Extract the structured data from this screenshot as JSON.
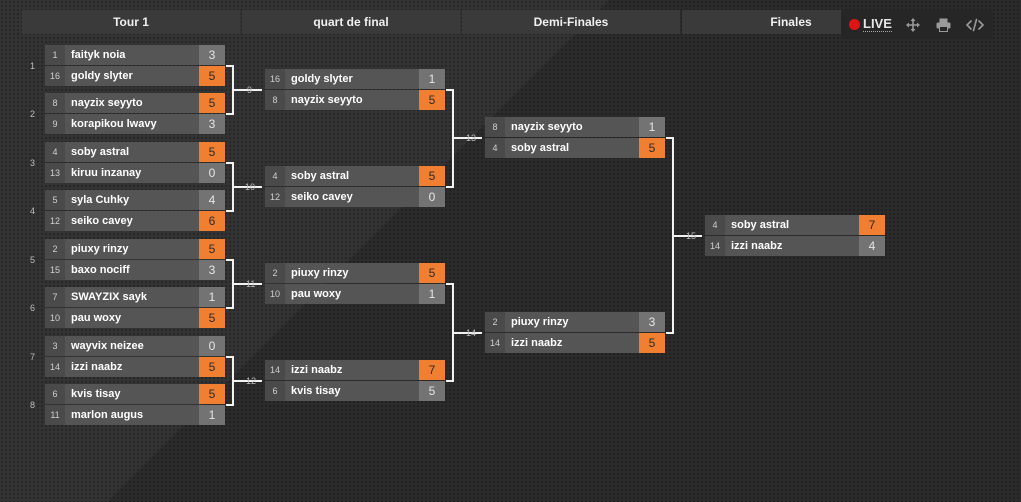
{
  "rounds": [
    "Tour 1",
    "quart de final",
    "Demi-Finales",
    "Finales"
  ],
  "toolbar": {
    "live_label": "LIVE",
    "live_color": "#e01414"
  },
  "colors": {
    "win": "#f07f32",
    "lose": "#737373",
    "row": "#555555",
    "background": "#2e2e2e"
  },
  "seed_labels": [
    "1",
    "2",
    "3",
    "4",
    "5",
    "6",
    "7",
    "8"
  ],
  "match_numbers": [
    "9",
    "10",
    "11",
    "12",
    "13",
    "14",
    "15"
  ],
  "matches": [
    {
      "id": "m1",
      "top": {
        "seed": "1",
        "name": "faityk noia",
        "score": "3",
        "win": false
      },
      "bottom": {
        "seed": "16",
        "name": "goldy slyter",
        "score": "5",
        "win": true
      }
    },
    {
      "id": "m2",
      "top": {
        "seed": "8",
        "name": "nayzix seyyto",
        "score": "5",
        "win": true
      },
      "bottom": {
        "seed": "9",
        "name": "korapikou lwavy",
        "score": "3",
        "win": false
      }
    },
    {
      "id": "m3",
      "top": {
        "seed": "4",
        "name": "soby astral",
        "score": "5",
        "win": true
      },
      "bottom": {
        "seed": "13",
        "name": "kiruu inzanay",
        "score": "0",
        "win": false
      }
    },
    {
      "id": "m4",
      "top": {
        "seed": "5",
        "name": "syla Cuhky",
        "score": "4",
        "win": false
      },
      "bottom": {
        "seed": "12",
        "name": "seiko cavey",
        "score": "6",
        "win": true
      }
    },
    {
      "id": "m5",
      "top": {
        "seed": "2",
        "name": "piuxy rinzy",
        "score": "5",
        "win": true
      },
      "bottom": {
        "seed": "15",
        "name": "baxo nociff",
        "score": "3",
        "win": false
      }
    },
    {
      "id": "m6",
      "top": {
        "seed": "7",
        "name": "SWAYZIX sayk",
        "score": "1",
        "win": false
      },
      "bottom": {
        "seed": "10",
        "name": "pau woxy",
        "score": "5",
        "win": true
      }
    },
    {
      "id": "m7",
      "top": {
        "seed": "3",
        "name": "wayvix neizee",
        "score": "0",
        "win": false
      },
      "bottom": {
        "seed": "14",
        "name": "izzi naabz",
        "score": "5",
        "win": true
      }
    },
    {
      "id": "m8",
      "top": {
        "seed": "6",
        "name": "kvis tisay",
        "score": "5",
        "win": true
      },
      "bottom": {
        "seed": "11",
        "name": "marlon augus",
        "score": "1",
        "win": false
      }
    },
    {
      "id": "m9",
      "top": {
        "seed": "16",
        "name": "goldy slyter",
        "score": "1",
        "win": false
      },
      "bottom": {
        "seed": "8",
        "name": "nayzix seyyto",
        "score": "5",
        "win": true
      }
    },
    {
      "id": "m10",
      "top": {
        "seed": "4",
        "name": "soby astral",
        "score": "5",
        "win": true
      },
      "bottom": {
        "seed": "12",
        "name": "seiko cavey",
        "score": "0",
        "win": false
      }
    },
    {
      "id": "m11",
      "top": {
        "seed": "2",
        "name": "piuxy rinzy",
        "score": "5",
        "win": true
      },
      "bottom": {
        "seed": "10",
        "name": "pau woxy",
        "score": "1",
        "win": false
      }
    },
    {
      "id": "m12",
      "top": {
        "seed": "14",
        "name": "izzi naabz",
        "score": "7",
        "win": true
      },
      "bottom": {
        "seed": "6",
        "name": "kvis tisay",
        "score": "5",
        "win": false
      }
    },
    {
      "id": "m13",
      "top": {
        "seed": "8",
        "name": "nayzix seyyto",
        "score": "1",
        "win": false
      },
      "bottom": {
        "seed": "4",
        "name": "soby astral",
        "score": "5",
        "win": true
      }
    },
    {
      "id": "m14",
      "top": {
        "seed": "2",
        "name": "piuxy rinzy",
        "score": "3",
        "win": false
      },
      "bottom": {
        "seed": "14",
        "name": "izzi naabz",
        "score": "5",
        "win": true
      }
    },
    {
      "id": "m15",
      "top": {
        "seed": "4",
        "name": "soby astral",
        "score": "7",
        "win": true
      },
      "bottom": {
        "seed": "14",
        "name": "izzi naabz",
        "score": "4",
        "win": false
      }
    }
  ]
}
